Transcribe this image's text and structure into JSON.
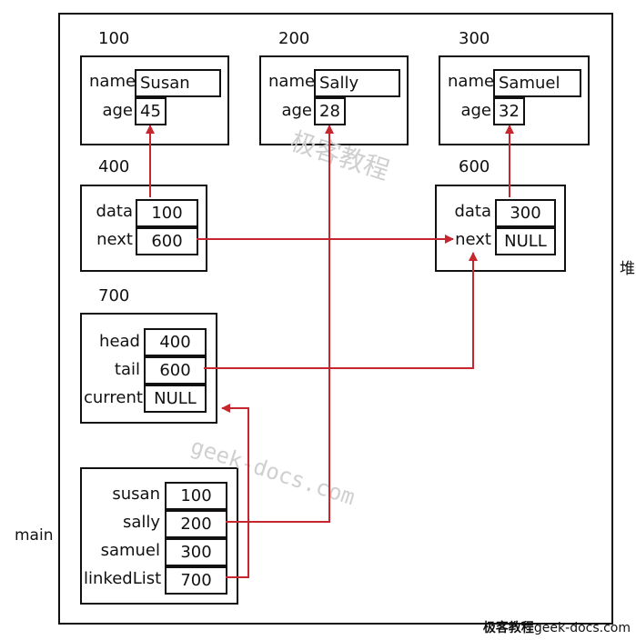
{
  "labels": {
    "heap": "堆",
    "main": "main"
  },
  "watermarks": {
    "w1": "极客教程",
    "w2": "geek-docs.com",
    "brand_cn": "极客教程",
    "brand_en": "geek-docs.com"
  },
  "nodes": {
    "n100": {
      "addr": "100",
      "k1": "name",
      "v1": "Susan",
      "k2": "age",
      "v2": "45"
    },
    "n200": {
      "addr": "200",
      "k1": "name",
      "v1": "Sally",
      "k2": "age",
      "v2": "28"
    },
    "n300": {
      "addr": "300",
      "k1": "name",
      "v1": "Samuel",
      "k2": "age",
      "v2": "32"
    },
    "n400": {
      "addr": "400",
      "k1": "data",
      "v1": "100",
      "k2": "next",
      "v2": "600"
    },
    "n600": {
      "addr": "600",
      "k1": "data",
      "v1": "300",
      "k2": "next",
      "v2": "NULL"
    },
    "n700": {
      "addr": "700",
      "k1": "head",
      "v1": "400",
      "k2": "tail",
      "v2": "600",
      "k3": "current",
      "v3": "NULL"
    }
  },
  "main_vars": [
    {
      "name": "susan",
      "value": "100"
    },
    {
      "name": "sally",
      "value": "200"
    },
    {
      "name": "samuel",
      "value": "300"
    },
    {
      "name": "linkedList",
      "value": "700"
    }
  ],
  "colors": {
    "arrow": "#c8262f",
    "stroke": "#111111",
    "watermark": "#cfcfcf"
  }
}
